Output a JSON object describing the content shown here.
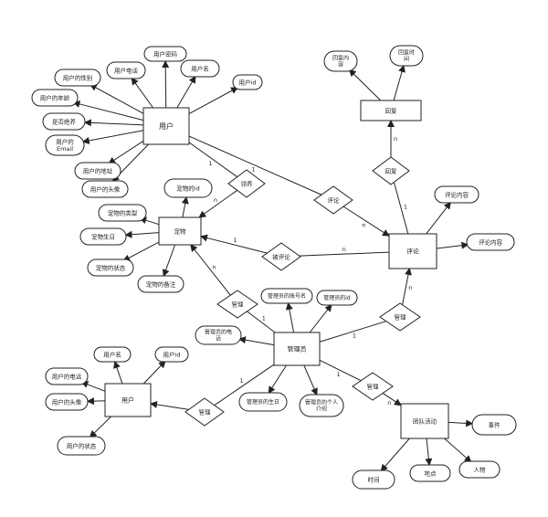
{
  "nodes": {
    "user_top": {
      "label": "用户"
    },
    "pwd": {
      "label": "用户密码"
    },
    "phone": {
      "label": "用户电话"
    },
    "uname": {
      "label": "用户名"
    },
    "uid": {
      "label": "用户id"
    },
    "gender": {
      "label": "用户的性别"
    },
    "age": {
      "label": "用户的年龄"
    },
    "neuter": {
      "label": "是否绝养"
    },
    "email": {
      "label": "用户的\nEmail"
    },
    "addr": {
      "label": "用户的地址"
    },
    "avatar": {
      "label": "用户的头像"
    },
    "adopt": {
      "label": "领养"
    },
    "pet": {
      "label": "宠物"
    },
    "petid": {
      "label": "宠物的id"
    },
    "pettype": {
      "label": "宠物的类型"
    },
    "petbday": {
      "label": "宠物生日"
    },
    "petstate": {
      "label": "宠物的状态"
    },
    "petnote": {
      "label": "宠物的备注"
    },
    "commentrel": {
      "label": "评论"
    },
    "reply": {
      "label": "回复"
    },
    "replycontent": {
      "label": "回复内\n容"
    },
    "replytime": {
      "label": "回复时\n间"
    },
    "replyrel": {
      "label": "回复"
    },
    "comment": {
      "label": "评论"
    },
    "cc1": {
      "label": "评论内容"
    },
    "cc2": {
      "label": "评论内容"
    },
    "commented": {
      "label": "被评论"
    },
    "manage_pet": {
      "label": "管理"
    },
    "manage_comment": {
      "label": "管理"
    },
    "admin": {
      "label": "管理员"
    },
    "adminacct": {
      "label": "管理员的账号名"
    },
    "adminid": {
      "label": "管理员的id"
    },
    "adminphone": {
      "label": "管理员的电\n话"
    },
    "adminbday": {
      "label": "管理员的生日"
    },
    "adminbio": {
      "label": "管理员的个人\n介绍"
    },
    "user_bot": {
      "label": "用户"
    },
    "u2name": {
      "label": "用户名"
    },
    "u2id": {
      "label": "用户id"
    },
    "u2phone": {
      "label": "用户的电话"
    },
    "u2avatar": {
      "label": "用户的头像"
    },
    "u2state": {
      "label": "用户的状态"
    },
    "manage_user": {
      "label": "管理"
    },
    "manage_team": {
      "label": "管理"
    },
    "team": {
      "label": "团队活动"
    },
    "event": {
      "label": "事件"
    },
    "time": {
      "label": "时间"
    },
    "place": {
      "label": "地点"
    },
    "person": {
      "label": "人物"
    }
  },
  "edge_labels": [
    {
      "from": "user_top",
      "to": "adopt",
      "label": "1"
    },
    {
      "from": "adopt",
      "to": "pet",
      "label": "n"
    },
    {
      "from": "user_top",
      "to": "commentrel",
      "label": "1"
    },
    {
      "from": "commentrel",
      "to": "comment",
      "label": "n"
    },
    {
      "from": "comment",
      "to": "replyrel",
      "label": "1"
    },
    {
      "from": "replyrel",
      "to": "reply",
      "label": "n"
    },
    {
      "from": "comment",
      "to": "commented",
      "label": "n"
    },
    {
      "from": "commented",
      "to": "pet",
      "label": "1"
    },
    {
      "from": "manage_pet",
      "to": "pet",
      "label": "n"
    },
    {
      "from": "admin",
      "to": "manage_pet",
      "label": "1"
    },
    {
      "from": "admin",
      "to": "manage_comment",
      "label": "1"
    },
    {
      "from": "manage_comment",
      "to": "comment",
      "label": "n"
    },
    {
      "from": "admin",
      "to": "manage_user",
      "label": "1"
    },
    {
      "from": "admin",
      "to": "manage_team",
      "label": "1"
    },
    {
      "from": "manage_team",
      "to": "team",
      "label": "n"
    }
  ]
}
